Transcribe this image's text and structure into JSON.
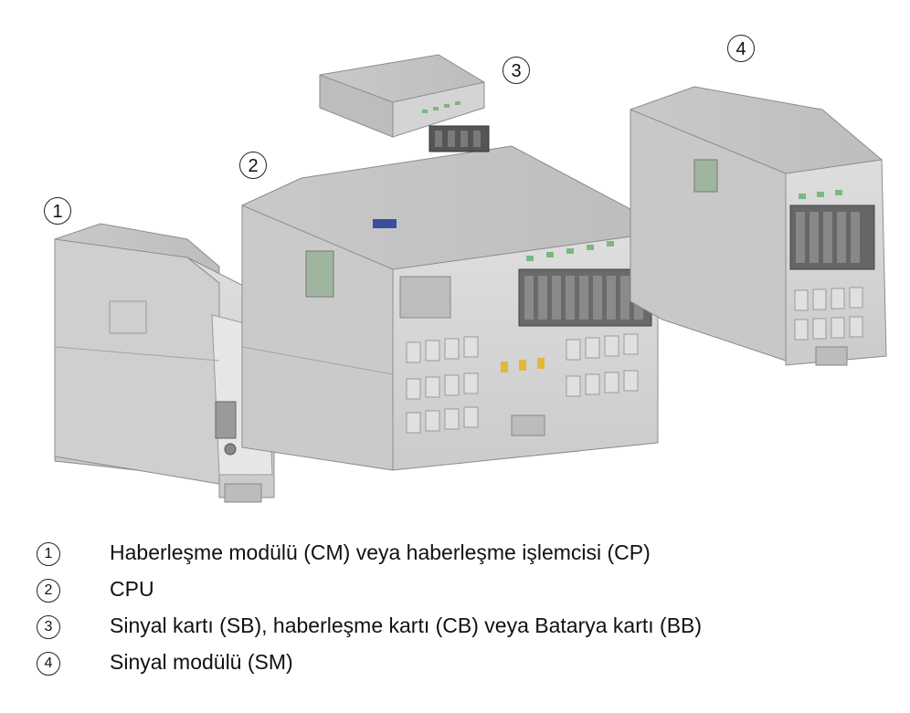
{
  "callouts": [
    "1",
    "2",
    "3",
    "4"
  ],
  "legend": [
    {
      "num": "1",
      "text": "Haberleşme modülü (CM) veya  haberleşme işlemcisi (CP)"
    },
    {
      "num": "2",
      "text": "CPU"
    },
    {
      "num": "3",
      "text": "Sinyal kartı (SB), haberleşme kartı (CB) veya Batarya kartı (BB)"
    },
    {
      "num": "4",
      "text": "Sinyal modülü (SM)"
    }
  ],
  "colors": {
    "module_face": "#d6d6d6",
    "module_top": "#c4c4c4",
    "module_side": "#b8b8b8",
    "terminal_dark": "#555555",
    "led_green": "#7cb87c",
    "accent_yellow": "#e2b73a",
    "accent_blue": "#3c4f9e"
  }
}
